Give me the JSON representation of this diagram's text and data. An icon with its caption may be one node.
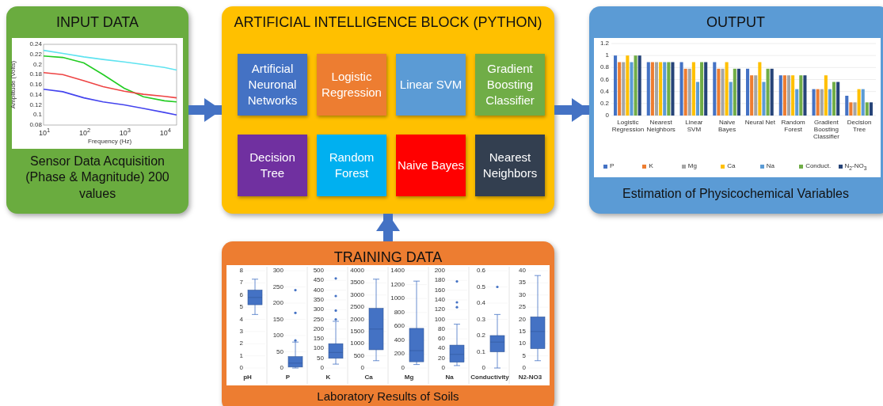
{
  "diagram": {
    "nodes": [
      {
        "text": [
          "INPUT DATA",
          "Sensor Data Acquisition (Phase & Magnitude) 200 values"
        ]
      },
      {
        "text": [],
        "shape": "picture",
        "in": 0
      },
      {
        "text": [
          "ARTIFICIAL INTELLIGENCE BLOCK (PYTHON)"
        ]
      },
      {
        "text": [
          "Artificial Neuronal Networks"
        ],
        "in": 2
      },
      {
        "text": [
          "Logistic Regression"
        ],
        "in": 2
      },
      {
        "text": [
          "Linear SVM"
        ],
        "in": 2
      },
      {
        "text": [
          "Gradient Boosting Classifier"
        ],
        "in": 2
      },
      {
        "text": [
          "Decision Tree"
        ],
        "in": 2
      },
      {
        "text": [
          "Random Forest"
        ],
        "in": 2
      },
      {
        "text": [
          "Naive Bayes"
        ],
        "in": 2
      },
      {
        "text": [
          "Nearest Neighbors"
        ],
        "in": 2
      },
      {
        "text": [
          "OUTPUT",
          "Estimation of Physicochemical Variables"
        ]
      },
      {
        "text": [],
        "shape": "picture",
        "in": 11
      },
      {
        "text": [
          "TRAINING DATA",
          "Laboratory Results of Soils"
        ]
      },
      {
        "text": [],
        "shape": "picture",
        "in": 13
      }
    ],
    "edges": [
      {
        "from": 0,
        "to": 2,
        "arrow": "to"
      },
      {
        "from": 2,
        "to": 11,
        "arrow": "to"
      },
      {
        "from": 13,
        "to": 2,
        "arrow": "to"
      }
    ],
    "labels": [
      "0.24",
      "0.22",
      "0.2",
      "0.18",
      "0.16",
      "0.14",
      "0.12",
      "0.1",
      "0.08",
      "10$^{1}$",
      "10$^{2}$",
      "10$^{3}$",
      "10$^{4}$",
      "Amplitude (Volts)",
      "Frequency (Hz)",
      "8",
      "7",
      "6",
      "5",
      "4",
      "3",
      "2",
      "1",
      "0",
      "pH",
      "300",
      "250",
      "200",
      "150",
      "100",
      "50",
      "0",
      "P",
      "500",
      "450",
      "400",
      "350",
      "300",
      "250",
      "200",
      "150",
      "100",
      "50",
      "0",
      "K",
      "4000",
      "3500",
      "3000",
      "2500",
      "2000",
      "1500",
      "1000",
      "500",
      "0",
      "Ca",
      "1400",
      "1200",
      "1000",
      "800",
      "600",
      "400",
      "200",
      "0",
      "Mg",
      "200",
      "180",
      "160",
      "140",
      "120",
      "100",
      "80",
      "60",
      "40",
      "20",
      "0",
      "Na",
      "0.6",
      "0.5",
      "0.4",
      "0.3",
      "0.2",
      "0.1",
      "0",
      "Conductivity",
      "40",
      "35",
      "30",
      "25",
      "20",
      "15",
      "10",
      "5",
      "0",
      "N2-NO3"
    ],
    "chart_data": {
      "type": "bar",
      "categories": [
        "Logistic Regression",
        "Nearest Neighbors",
        "Linear SVM",
        "Naive Bayes",
        "Neural Net",
        "Random Forest",
        "Gradient Boosting Classifier",
        "Decision Tree"
      ],
      "series": [
        {
          "name": "P",
          "color": "#4472c4",
          "values": [
            1,
            0.89,
            0.89,
            0.89,
            0.78,
            0.67,
            0.44,
            0.33
          ]
        },
        {
          "name": "K",
          "color": "#ed7d31",
          "values": [
            0.89,
            0.89,
            0.78,
            0.78,
            0.67,
            0.67,
            0.44,
            0.22
          ]
        },
        {
          "name": "Mg",
          "color": "#a5a5a5",
          "values": [
            0.89,
            0.89,
            0.78,
            0.78,
            0.67,
            0.67,
            0.44,
            0.22
          ]
        },
        {
          "name": "Ca",
          "color": "#ffc000",
          "values": [
            1,
            0.89,
            0.89,
            0.89,
            0.89,
            0.67,
            0.67,
            0.44
          ]
        },
        {
          "name": "Na",
          "color": "#5b9bd5",
          "values": [
            0.89,
            0.89,
            0.56,
            0.56,
            0.56,
            0.44,
            0.44,
            0.44
          ]
        },
        {
          "name": "Conduct.",
          "color": "#70ad47",
          "values": [
            1,
            0.89,
            0.89,
            0.78,
            0.78,
            0.67,
            0.56,
            0.22
          ]
        },
        {
          "name": "N$_{2}$-NO$_{3}$",
          "color": "#264478",
          "values": [
            1,
            0.89,
            0.89,
            0.78,
            0.78,
            0.67,
            0.56,
            0.22
          ]
        }
      ],
      "ylim": [
        0,
        1.2
      ],
      "yticks": [
        0,
        0.2,
        0.4,
        0.6,
        0.8,
        1,
        1.2
      ],
      "grid": true,
      "legend": "bottom"
    }
  }
}
